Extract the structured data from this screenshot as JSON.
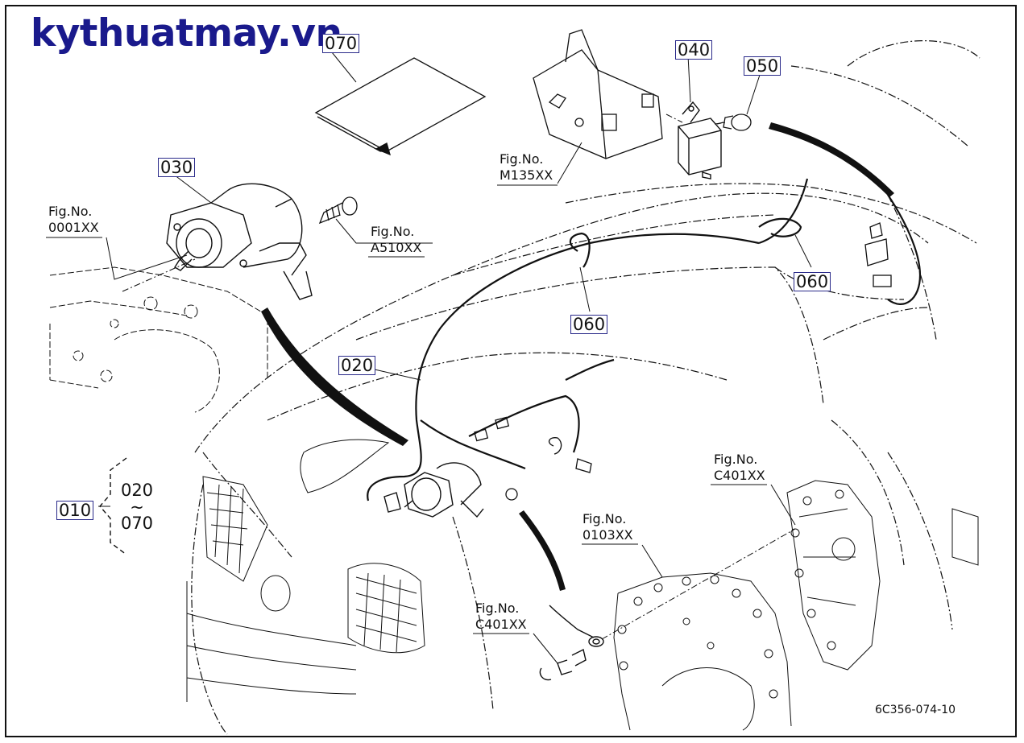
{
  "watermark": "kythuatmay.vn",
  "part_labels": {
    "p010": "010",
    "p020": "020",
    "p030": "030",
    "p040": "040",
    "p050": "050",
    "p060a": "060",
    "p060b": "060",
    "p070": "070"
  },
  "set_range": {
    "from": "020",
    "tilde": "~",
    "to": "070"
  },
  "references": {
    "fig_0001": {
      "line1": "Fig.No.",
      "line2": "0001XX"
    },
    "fig_a510": {
      "line1": "Fig.No.",
      "line2": "A510XX"
    },
    "fig_m135": {
      "line1": "Fig.No.",
      "line2": "M135XX"
    },
    "fig_c401_top": {
      "line1": "Fig.No.",
      "line2": "C401XX"
    },
    "fig_0103": {
      "line1": "Fig.No.",
      "line2": "0103XX"
    },
    "fig_c401_bottom": {
      "line1": "Fig.No.",
      "line2": "C401XX"
    }
  },
  "diagram_code": "6C356-074-10"
}
